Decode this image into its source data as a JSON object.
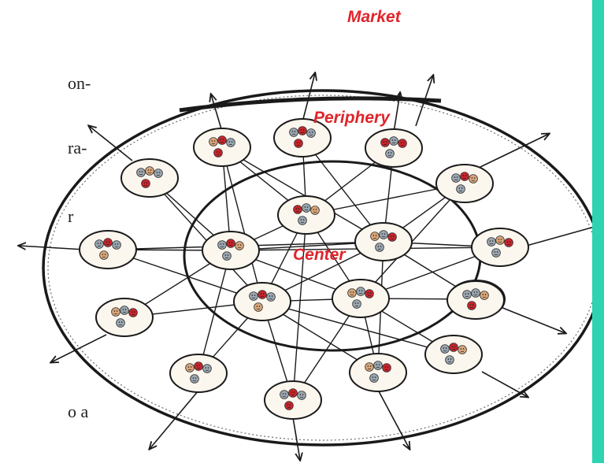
{
  "labels": {
    "market": "Market",
    "periphery": "Periphery",
    "center": "Center"
  },
  "text_fragments": [
    "on-",
    "ra-",
    "r",
    "o a"
  ],
  "colors": {
    "label": "#e0242a",
    "accent_bar": "#2ed3b2",
    "ink": "#1a1a1a",
    "cluster_fill": "#fbf7ef",
    "face_red": "#c8242c",
    "face_grey": "#9aa6b0",
    "face_tan": "#d9a679"
  },
  "clusters": [
    {
      "id": "p1",
      "faces": [
        "tan",
        "red",
        "grey",
        "red"
      ]
    },
    {
      "id": "p2",
      "faces": [
        "grey",
        "red",
        "grey",
        "red"
      ]
    },
    {
      "id": "p3",
      "faces": [
        "red",
        "grey",
        "red",
        "grey"
      ]
    },
    {
      "id": "p4",
      "faces": [
        "grey",
        "red",
        "tan",
        "grey"
      ]
    },
    {
      "id": "p5",
      "faces": [
        "grey",
        "tan",
        "grey",
        "red"
      ]
    },
    {
      "id": "p6",
      "faces": [
        "grey",
        "red",
        "grey",
        "tan"
      ]
    },
    {
      "id": "p7",
      "faces": [
        "grey",
        "tan",
        "red",
        "grey"
      ]
    },
    {
      "id": "p8",
      "faces": [
        "tan",
        "grey",
        "red",
        "grey"
      ]
    },
    {
      "id": "p9",
      "faces": [
        "grey",
        "grey",
        "red",
        "grey"
      ]
    },
    {
      "id": "p10",
      "faces": [
        "tan",
        "red",
        "grey",
        "grey"
      ]
    },
    {
      "id": "p11",
      "faces": [
        "grey",
        "red",
        "tan",
        "grey"
      ]
    },
    {
      "id": "p12",
      "faces": [
        "grey",
        "red",
        "grey",
        "red"
      ]
    },
    {
      "id": "p13",
      "faces": [
        "tan",
        "grey",
        "red",
        "grey"
      ]
    },
    {
      "id": "c1",
      "faces": [
        "red",
        "grey",
        "tan",
        "grey"
      ]
    },
    {
      "id": "c2",
      "faces": [
        "grey",
        "red",
        "tan",
        "grey"
      ]
    },
    {
      "id": "c3",
      "faces": [
        "tan",
        "grey",
        "red",
        "grey"
      ]
    },
    {
      "id": "c4",
      "faces": [
        "grey",
        "red",
        "grey",
        "tan"
      ]
    },
    {
      "id": "c5",
      "faces": [
        "tan",
        "grey",
        "red",
        "grey"
      ]
    },
    {
      "id": "p14",
      "faces": [
        "grey",
        "grey",
        "tan",
        "red"
      ]
    }
  ]
}
